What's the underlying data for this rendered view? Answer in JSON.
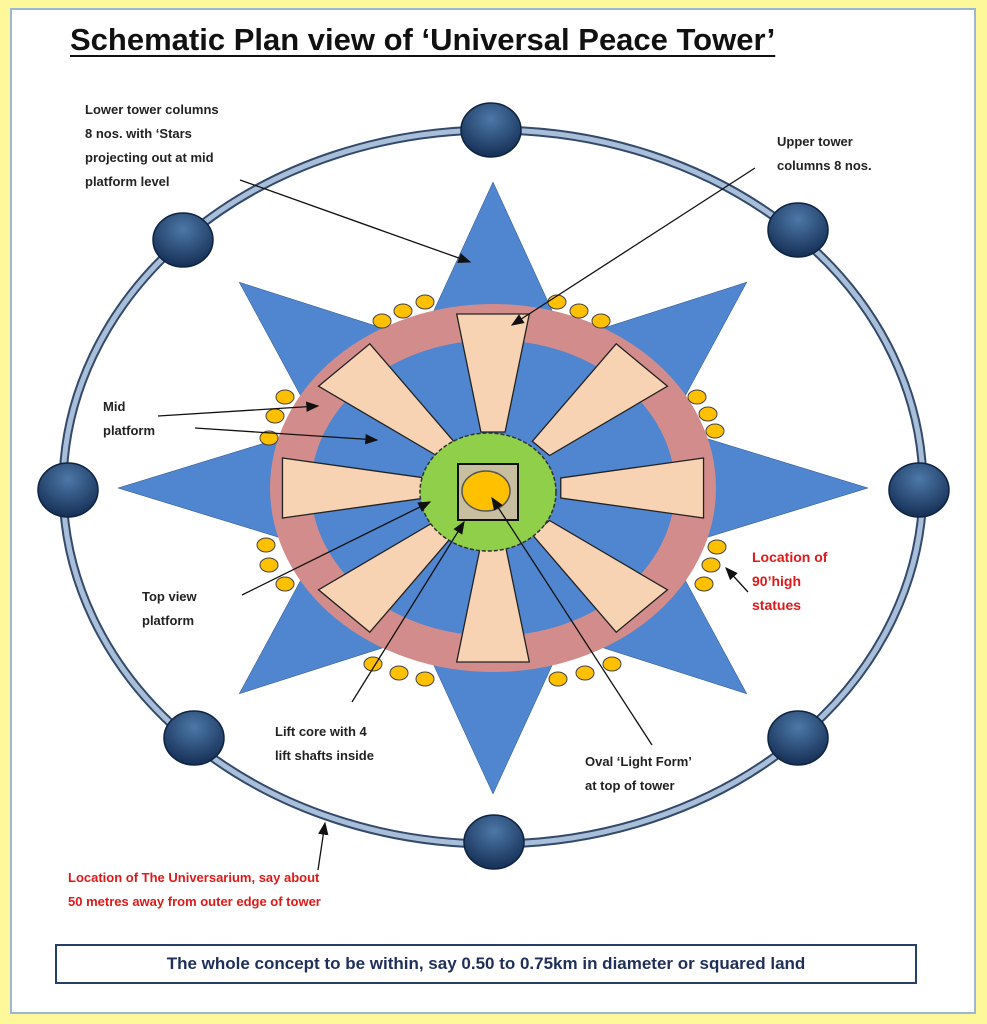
{
  "title": "Schematic Plan view of ‘Universal Peace Tower’",
  "labels": {
    "lower_columns": [
      "Lower tower columns",
      "8 nos. with ‘Stars",
      "projecting out at mid",
      "platform level"
    ],
    "upper_columns": [
      "Upper tower",
      "columns 8 nos."
    ],
    "mid_platform": [
      "Mid",
      "platform"
    ],
    "top_view": [
      "Top view",
      "platform"
    ],
    "lift_core": [
      "Lift core with 4",
      "lift shafts inside"
    ],
    "light_form": [
      "Oval ‘Light Form’",
      "at top of tower"
    ],
    "statues": [
      "Location of",
      "90’high",
      "statues"
    ],
    "universarium": [
      "Location of The Universarium, say about",
      "50 metres away from outer edge of tower"
    ]
  },
  "concept": "The whole concept to be within, say 0.50 to 0.75km in diameter or squared land",
  "colors": {
    "star": "#4f86cf",
    "ring": "#d38c8c",
    "wedge": "#f8d3b3",
    "core": "#8fcf4a",
    "light": "#ffc000",
    "node": "#1f4670",
    "red": "#e01818"
  }
}
